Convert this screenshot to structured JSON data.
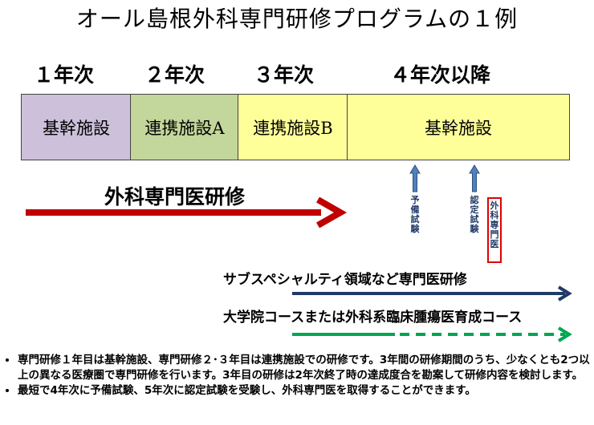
{
  "title": "オール島根外科専門研修プログラムの１例",
  "years": [
    "１年次",
    "２年次",
    "３年次",
    "４年次以降"
  ],
  "facilities": [
    {
      "label": "基幹施設",
      "color": "#ccc0da"
    },
    {
      "label": "連携施設A",
      "color": "#c3d69b"
    },
    {
      "label": "連携施設B",
      "color": "#ffff99"
    },
    {
      "label": "基幹施設",
      "color": "#ffff99"
    }
  ],
  "arrows": {
    "main_label": "外科専門医研修",
    "main_color": "#c00000",
    "subspecialty_label": "サブスペシャルティ領域など専門医研修",
    "subspecialty_color": "#1f3a66",
    "graduate_label": "大学院コースまたは外科系臨床腫瘍医育成コース",
    "graduate_color": "#00a650"
  },
  "milestones": {
    "preliminary": "予備試験",
    "certification": "認定試験",
    "specialist": "外科専門医",
    "specialist_border": "#e00000",
    "milestone_arrow_color": "#4f81bd"
  },
  "notes": [
    "専門研修１年目は基幹施設、専門研修２･３年目は連携施設での研修です。3年間の研修期間のうち、少なくとも2つ以上の異なる医療圏で専門研修を行います。3年目の研修は2年次終了時の達成度合を勘案して研修内容を検討します。",
    "最短で4年次に予備試験、5年次に認定試験を受験し、外科専門医を取得することができます。"
  ]
}
